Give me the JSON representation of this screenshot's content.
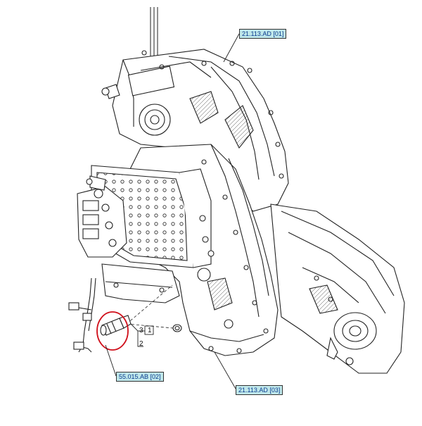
{
  "references": {
    "top": "21.113.AD [01]",
    "bottom_left": "55.015.AB [02]",
    "bottom_right": "21.113.AD [03]"
  },
  "callouts": {
    "item_3": "3",
    "item_2": "2",
    "item_1": "1"
  },
  "colors": {
    "highlight_ring": "#d0101b",
    "reference_tag_fill": "#bfe7ea",
    "reference_tag_text": "#0b3d91",
    "line_art": "#222222"
  },
  "icons": {
    "highlight": "red-ellipse-highlight"
  }
}
